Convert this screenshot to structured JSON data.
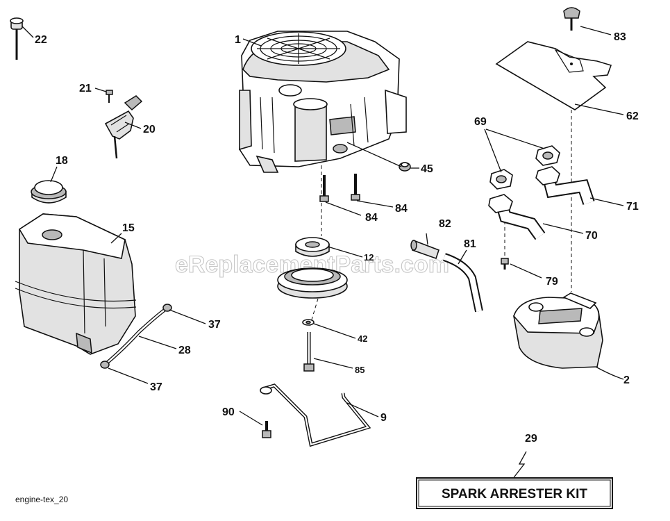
{
  "diagram": {
    "parts": [
      "1",
      "2",
      "9",
      "12",
      "15",
      "18",
      "20",
      "21",
      "22",
      "28",
      "29",
      "37",
      "42",
      "45",
      "62",
      "69",
      "70",
      "71",
      "79",
      "81",
      "82",
      "83",
      "84",
      "85",
      "90"
    ],
    "second_37": "37",
    "second_84": "84",
    "kit_label": "SPARK ARRESTER KIT",
    "watermark": "eReplacementParts.com",
    "reference": "engine-tex_20"
  }
}
